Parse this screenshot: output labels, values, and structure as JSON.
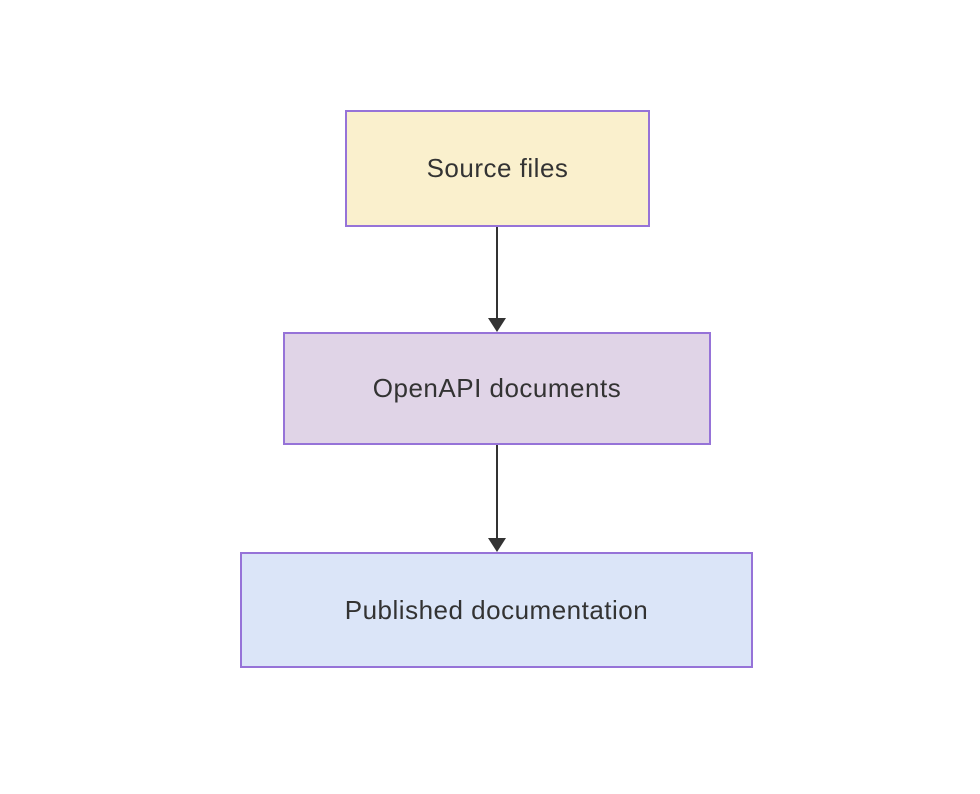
{
  "diagram": {
    "type": "flowchart",
    "direction": "top-to-bottom",
    "background_color": "#ffffff",
    "node_border_color": "#9673D8",
    "edge_color": "#333333",
    "text_color": "#333333",
    "nodes": [
      {
        "id": "source",
        "label": "Source files",
        "fill": "#FAF0CD"
      },
      {
        "id": "openapi",
        "label": "OpenAPI documents",
        "fill": "#E0D4E7"
      },
      {
        "id": "published",
        "label": "Published documentation",
        "fill": "#DBE5F8"
      }
    ],
    "edges": [
      {
        "from": "Source files",
        "to": "OpenAPI documents",
        "style": "arrow-down"
      },
      {
        "from": "OpenAPI documents",
        "to": "Published documentation",
        "style": "arrow-down"
      }
    ]
  }
}
